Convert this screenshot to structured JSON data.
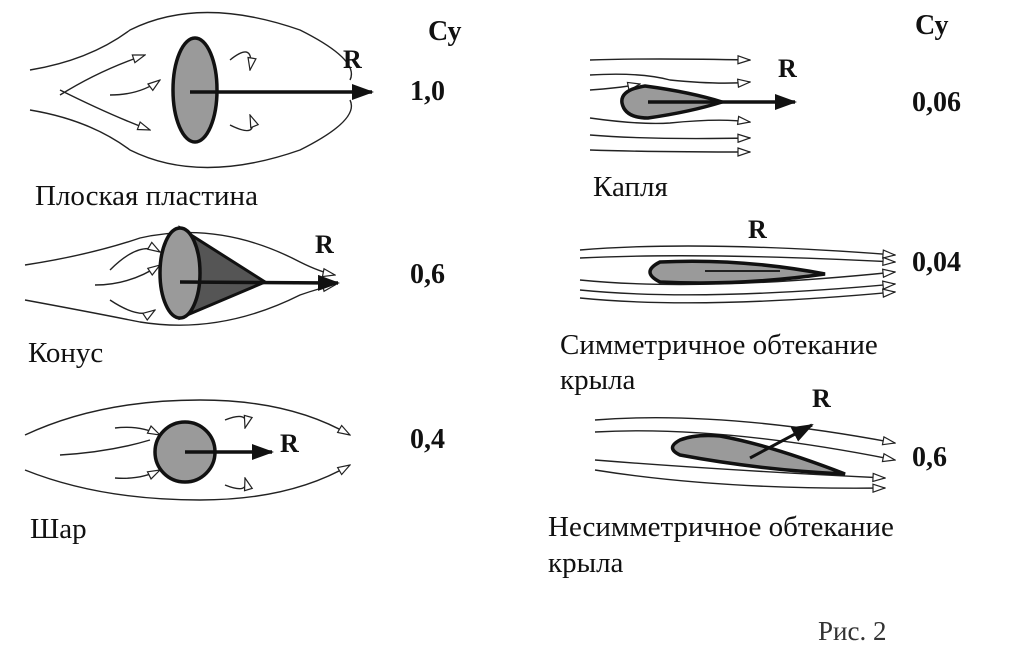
{
  "column_headers": {
    "left": "Су",
    "right": "Су"
  },
  "items": [
    {
      "name": "Плоская пластина",
      "cy": "1,0",
      "force": "R"
    },
    {
      "name": "Конус",
      "cy": "0,6",
      "force": "R"
    },
    {
      "name": "Шар",
      "cy": "0,4",
      "force": "R"
    },
    {
      "name": "Капля",
      "cy": "0,06",
      "force": "R"
    },
    {
      "name_line1": "Симметричное обтекание",
      "name_line2": "крыла",
      "cy": "0,04",
      "force": "R"
    },
    {
      "name_line1": "Несимметричное обтекание",
      "name_line2": "крыла",
      "cy": "0,6",
      "force": "R"
    }
  ],
  "caption": "Рис. 2"
}
